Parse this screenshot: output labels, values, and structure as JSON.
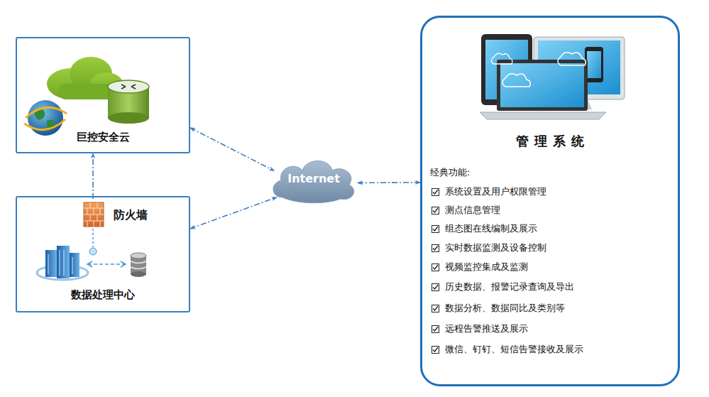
{
  "diagram": {
    "nodes": [
      {
        "text": [
          "巨控安全云"
        ]
      },
      {
        "text": [
          "数据处理中心"
        ]
      },
      {
        "text": [
          "防火墙"
        ],
        "in": 1
      },
      {
        "text": [
          "Internet"
        ]
      },
      {
        "text": [
          "管理系统",
          "经典功能:",
          "系统设置及用户权限管理",
          "测点信息管理",
          "组态图在线编制及展示",
          "实时数据监测及设备控制",
          "视频监控集成及监测",
          "历史数据、报警记录查询及导出",
          "数据分析、数据同比及类别等",
          "远程告警推送及展示",
          "微信、钉钉、短信告警接收及展示"
        ]
      }
    ],
    "edges": [
      {
        "from": 2,
        "to": 0,
        "arrow": "to"
      },
      {
        "from": 0,
        "to": 3,
        "arrow": "both"
      },
      {
        "from": 1,
        "to": 3,
        "arrow": "both"
      },
      {
        "from": 3,
        "to": 4,
        "arrow": "both"
      }
    ]
  }
}
